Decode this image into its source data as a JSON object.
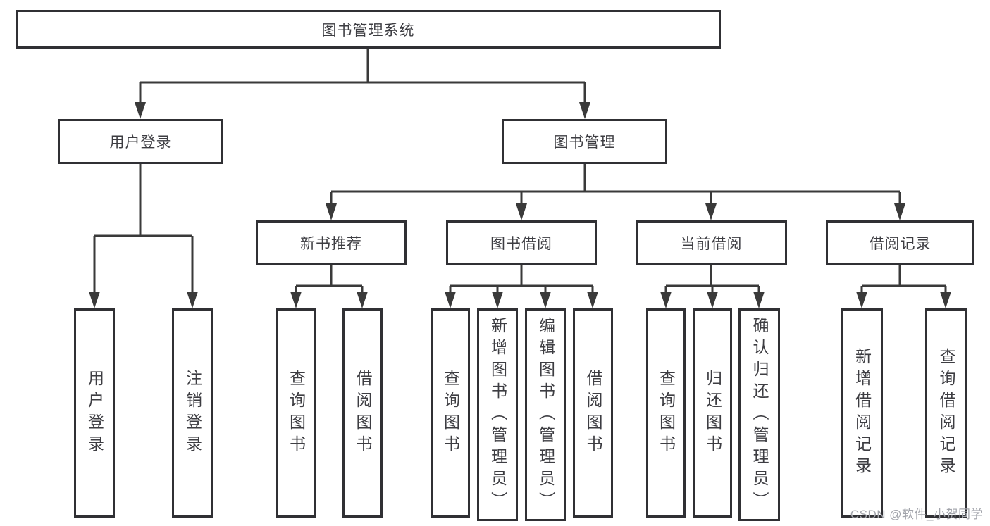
{
  "diagram": {
    "title": "图书管理系统",
    "watermark": "CSDN @软件_小贺同学",
    "colors": {
      "background": "#ffffff",
      "box_border": "#303034",
      "line": "#3a3a3a",
      "text": "#3d3d42",
      "watermark_text": "#a2a4ab"
    },
    "nodes": {
      "root": {
        "label": "图书管理系统"
      },
      "user_login": {
        "label": "用户登录"
      },
      "book_mgmt": {
        "label": "图书管理"
      },
      "new_book_rec": {
        "label": "新书推荐"
      },
      "book_borrow": {
        "label": "图书借阅"
      },
      "current_borrow": {
        "label": "当前借阅"
      },
      "borrow_record": {
        "label": "借阅记录"
      },
      "leaf_user_login": {
        "label": "用户登录"
      },
      "leaf_logout": {
        "label": "注销登录"
      },
      "leaf_query_book_1": {
        "label": "查询图书"
      },
      "leaf_borrow_book_1": {
        "label": "借阅图书"
      },
      "leaf_query_book_2": {
        "label": "查询图书"
      },
      "leaf_add_book": {
        "label": "新增图书（管理员）"
      },
      "leaf_edit_book": {
        "label": "编辑图书（管理员）"
      },
      "leaf_borrow_book_2": {
        "label": "借阅图书"
      },
      "leaf_query_book_3": {
        "label": "查询图书"
      },
      "leaf_return_book": {
        "label": "归还图书"
      },
      "leaf_confirm_return": {
        "label": "确认归还（管理员）"
      },
      "leaf_add_record": {
        "label": "新增借阅记录"
      },
      "leaf_query_record": {
        "label": "查询借阅记录"
      }
    },
    "hierarchy": [
      {
        "parent": "图书管理系统",
        "children": [
          "用户登录",
          "图书管理"
        ]
      },
      {
        "parent": "用户登录",
        "children": [
          "用户登录",
          "注销登录"
        ]
      },
      {
        "parent": "图书管理",
        "children": [
          "新书推荐",
          "图书借阅",
          "当前借阅",
          "借阅记录"
        ]
      },
      {
        "parent": "新书推荐",
        "children": [
          "查询图书",
          "借阅图书"
        ]
      },
      {
        "parent": "图书借阅",
        "children": [
          "查询图书",
          "新增图书（管理员）",
          "编辑图书（管理员）",
          "借阅图书"
        ]
      },
      {
        "parent": "当前借阅",
        "children": [
          "查询图书",
          "归还图书",
          "确认归还（管理员）"
        ]
      },
      {
        "parent": "借阅记录",
        "children": [
          "新增借阅记录",
          "查询借阅记录"
        ]
      }
    ]
  }
}
